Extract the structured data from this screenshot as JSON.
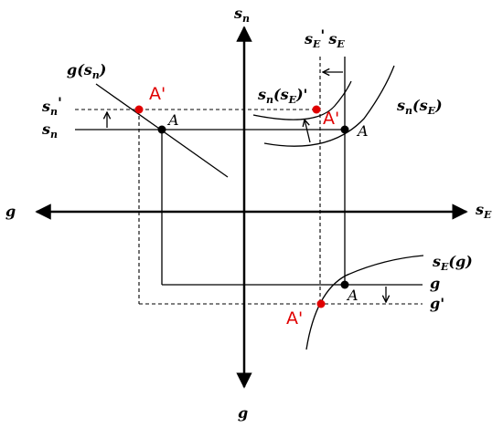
{
  "axes": {
    "top": "s",
    "top_sub": "n",
    "bottom": "g",
    "left": "g",
    "right": "s",
    "right_sub": "E"
  },
  "labels": {
    "g_of_sn": {
      "main": "g(s",
      "sub": "n",
      "close": ")"
    },
    "sn_prime": {
      "main": "s",
      "sub": "n",
      "prime": "'"
    },
    "sn": {
      "main": "s",
      "sub": "n"
    },
    "sE_prime_sE": {
      "main1": "s",
      "sub1": "E",
      "prime": "'",
      "main2": "s",
      "sub2": "E"
    },
    "sn_of_sE_prime": {
      "main": "s",
      "sub": "n",
      "mid": "(s",
      "sub2": "E",
      "close": ")'"
    },
    "sn_of_sE": {
      "main": "s",
      "sub": "n",
      "mid": "(s",
      "sub2": "E",
      "close": ")"
    },
    "sE_of_g": {
      "main": "s",
      "sub": "E",
      "close": "(g)"
    },
    "g_right": "g",
    "g_prime_right": "g'"
  },
  "points": {
    "A": "A",
    "A_prime": "A'"
  },
  "colors": {
    "line": "#000000",
    "highlight": "#e00000"
  }
}
